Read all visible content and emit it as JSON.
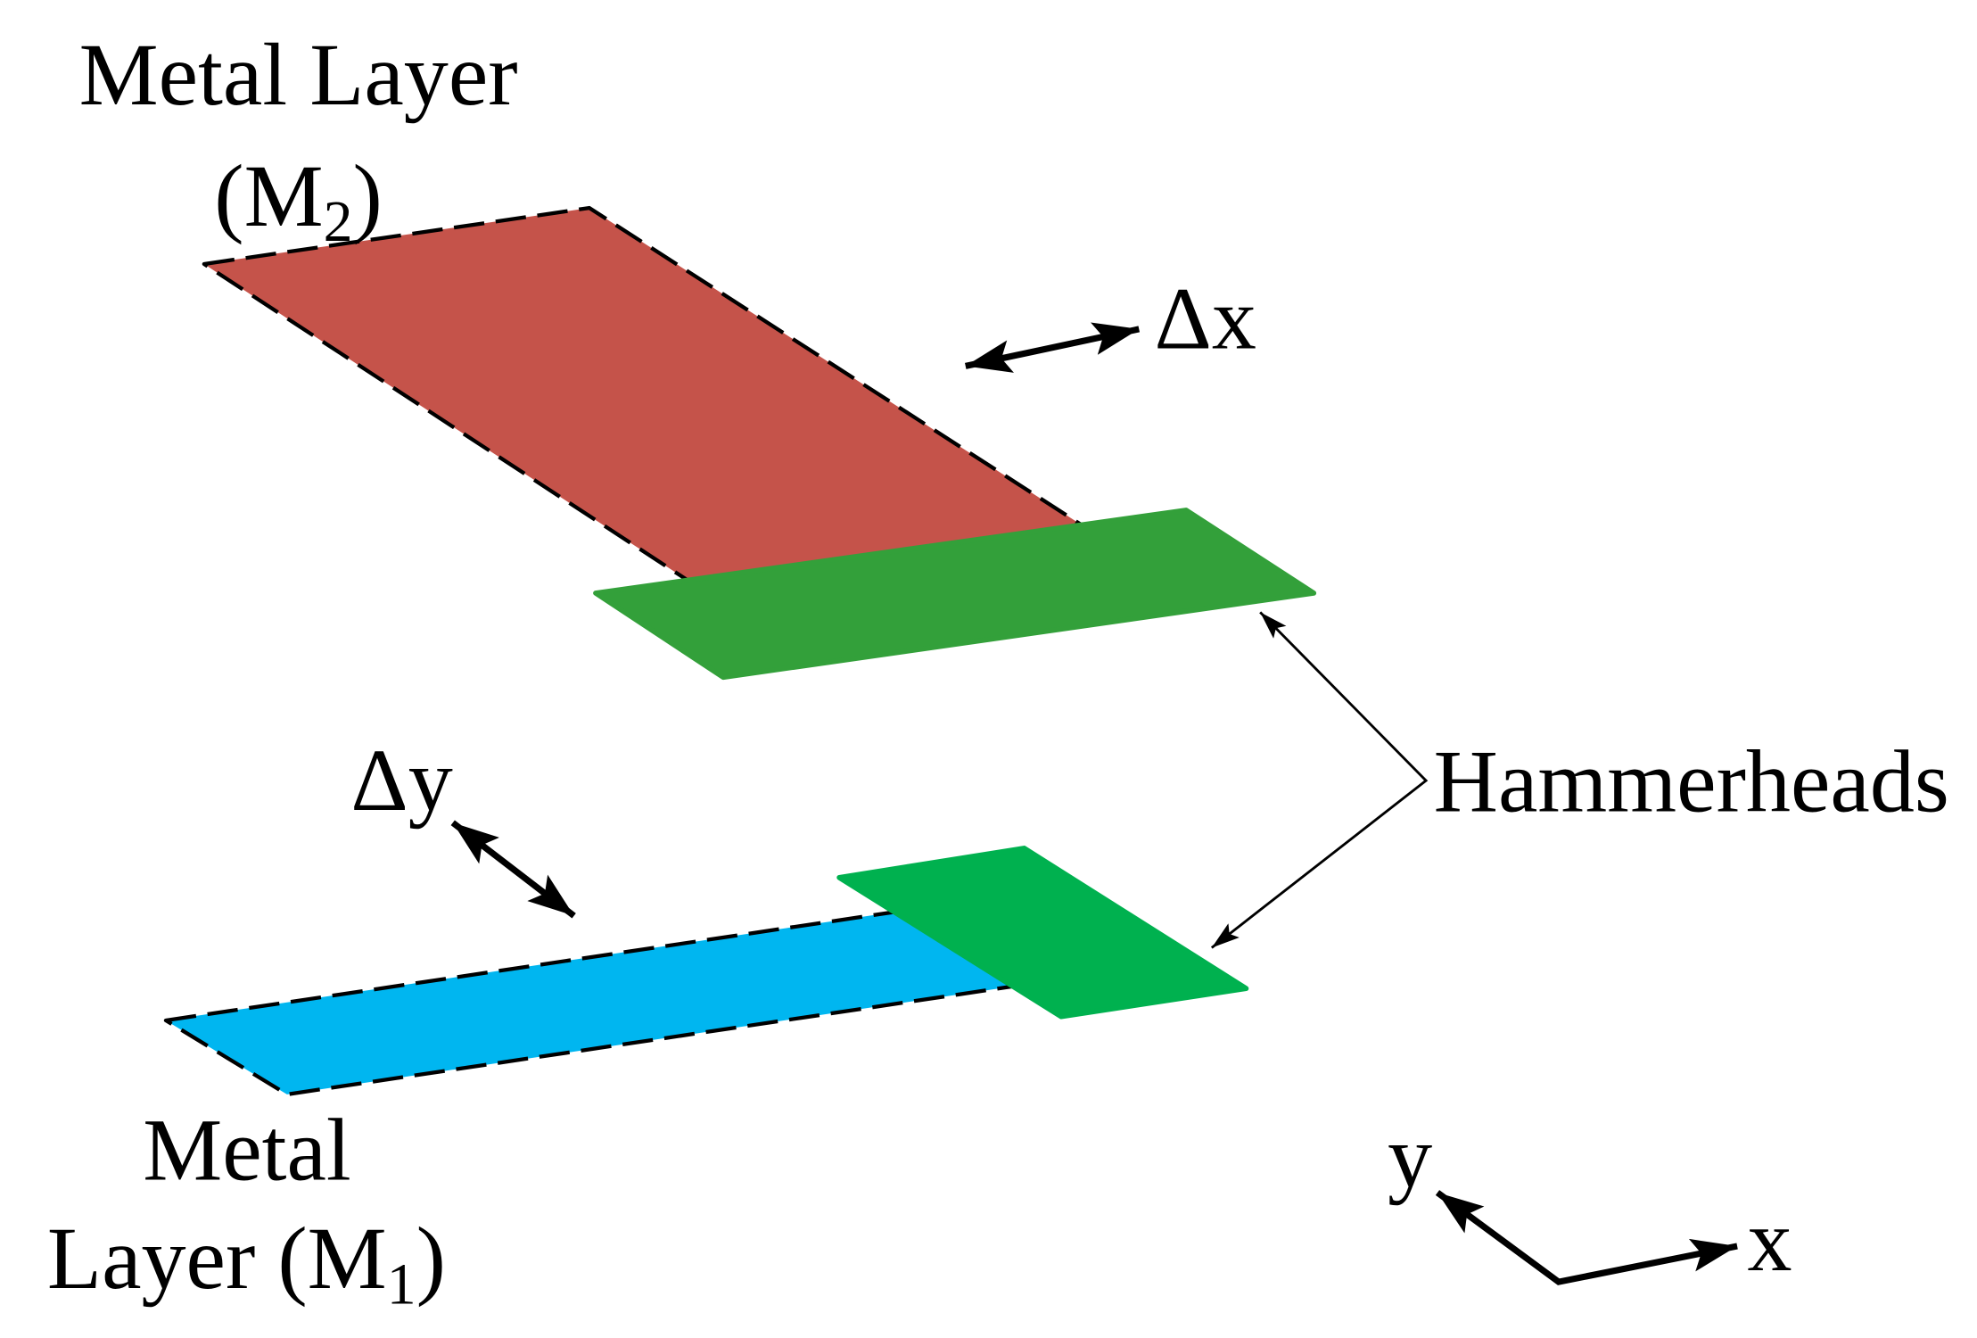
{
  "diagram": {
    "metal_layer_2": {
      "line1": "Metal Layer",
      "line2_open": "(M",
      "subscript": "2",
      "line2_close": ")"
    },
    "metal_layer_1": {
      "line1": "Metal",
      "line2_open": "Layer (M",
      "subscript": "1",
      "line2_close": ")"
    },
    "delta_x": "Δx",
    "delta_y": "Δy",
    "hammerheads": "Hammerheads",
    "axis": {
      "x": "x",
      "y": "y"
    }
  },
  "colors": {
    "metal_layer_2": "#C5534A",
    "hammerhead_top": "#33A03A",
    "metal_layer_1": "#00B6F0",
    "hammerhead_bottom": "#00B14F"
  }
}
